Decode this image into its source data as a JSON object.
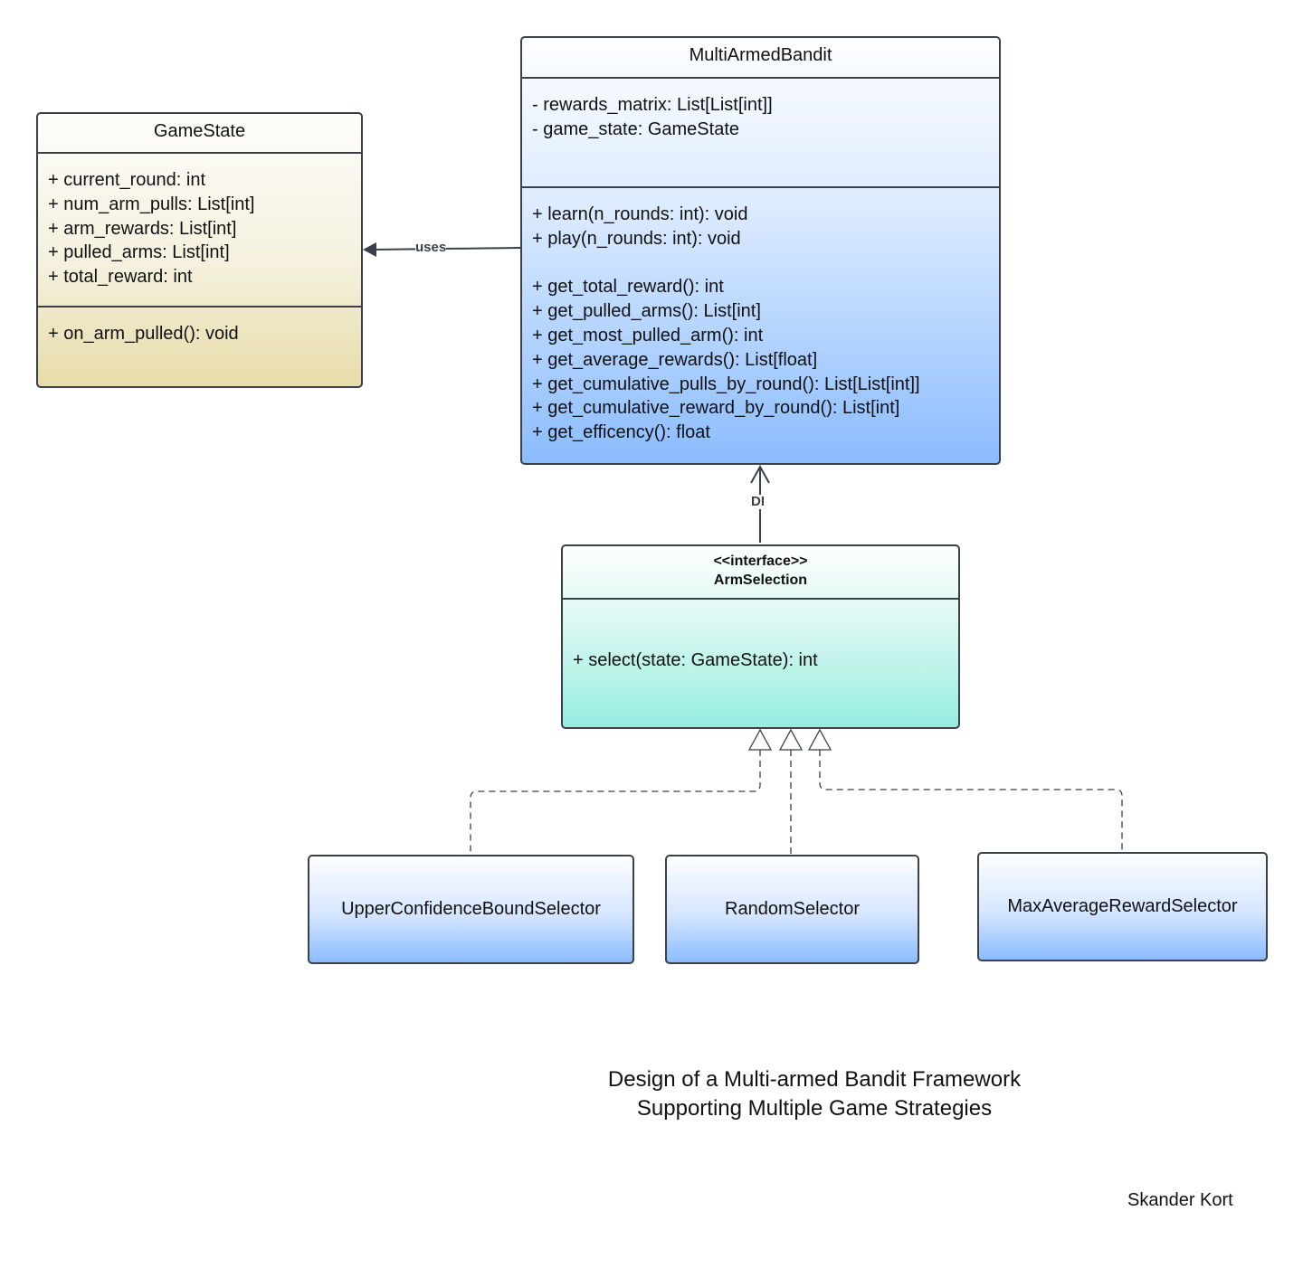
{
  "classes": {
    "game_state": {
      "name": "GameState",
      "attributes": [
        "+ current_round: int",
        "+ num_arm_pulls: List[int]",
        "+ arm_rewards: List[int]",
        "+ pulled_arms: List[int]",
        "+ total_reward: int"
      ],
      "methods": [
        "+ on_arm_pulled(): void"
      ]
    },
    "multi_armed_bandit": {
      "name": "MultiArmedBandit",
      "attributes": [
        "- rewards_matrix: List[List[int]]",
        "- game_state: GameState"
      ],
      "methods": [
        "+ learn(n_rounds: int): void",
        "+ play(n_rounds: int): void",
        "",
        "+ get_total_reward(): int",
        "+ get_pulled_arms(): List[int]",
        "+ get_most_pulled_arm(): int",
        "+ get_average_rewards(): List[float]",
        "+ get_cumulative_pulls_by_round(): List[List[int]]",
        "+ get_cumulative_reward_by_round(): List[int]",
        "+ get_efficency(): float"
      ]
    },
    "arm_selection": {
      "stereotype": "<<interface>>",
      "name": "ArmSelection",
      "methods": [
        "+ select(state: GameState): int"
      ]
    },
    "implementations": [
      "UpperConfidenceBoundSelector",
      "RandomSelector",
      "MaxAverageRewardSelector"
    ]
  },
  "relations": {
    "uses_label": "uses",
    "di_label": "DI"
  },
  "caption": {
    "line1": "Design of a Multi-armed Bandit Framework",
    "line2": "Supporting Multiple Game Strategies"
  },
  "author": "Skander Kort",
  "colors": {
    "border": "#3a3f48",
    "gamestate_fill": "#e7dca9",
    "class_fill": "#8bbcff",
    "interface_fill": "#95ede0"
  }
}
